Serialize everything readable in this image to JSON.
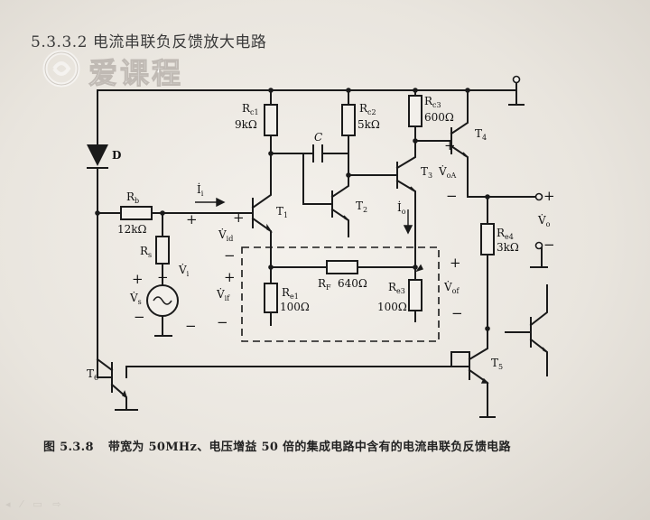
{
  "section_title": "5.3.3.2 电流串联负反馈放大电路",
  "watermark": "爱课程",
  "caption": {
    "number": "图 5.3.8",
    "text": "带宽为 50MHz、电压增益 50 倍的集成电路中含有的电流串联负反馈电路"
  },
  "player_icons": "◂ ⁄ ▭ ⇨",
  "circuit": {
    "diode": "D",
    "rb": {
      "name": "R",
      "sub": "b",
      "value": "12kΩ"
    },
    "rs": {
      "name": "R",
      "sub": "s"
    },
    "vi": {
      "name": "V̇",
      "sub": "i"
    },
    "vs": {
      "name": "V̇",
      "sub": "s"
    },
    "ii": {
      "name": "İ",
      "sub": "i"
    },
    "vid": {
      "name": "V̇",
      "sub": "id"
    },
    "vif": {
      "name": "V̇",
      "sub": "if"
    },
    "rc1": {
      "name": "R",
      "sub": "c1",
      "value": "9kΩ"
    },
    "rc2": {
      "name": "R",
      "sub": "c2",
      "value": "5kΩ"
    },
    "rc3": {
      "name": "R",
      "sub": "c3",
      "value": "600Ω"
    },
    "re1": {
      "name": "R",
      "sub": "e1",
      "value": "100Ω"
    },
    "re3": {
      "name": "R",
      "sub": "e3",
      "value": "100Ω"
    },
    "re4": {
      "name": "R",
      "sub": "e4",
      "value": "3kΩ"
    },
    "rf": {
      "name": "R",
      "sub": "F",
      "value": "640Ω"
    },
    "cap": "C",
    "t1": {
      "name": "T",
      "sub": "1"
    },
    "t2": {
      "name": "T",
      "sub": "2"
    },
    "t3": {
      "name": "T",
      "sub": "3"
    },
    "t4": {
      "name": "T",
      "sub": "4"
    },
    "t5": {
      "name": "T",
      "sub": "5"
    },
    "t6": {
      "name": "T",
      "sub": "6"
    },
    "io": {
      "name": "İ",
      "sub": "o"
    },
    "voa": {
      "name": "V̇",
      "sub": "oA"
    },
    "vo": {
      "name": "V̇",
      "sub": "o"
    },
    "vof": {
      "name": "V̇",
      "sub": "of"
    },
    "plus": "+",
    "minus": "−"
  }
}
